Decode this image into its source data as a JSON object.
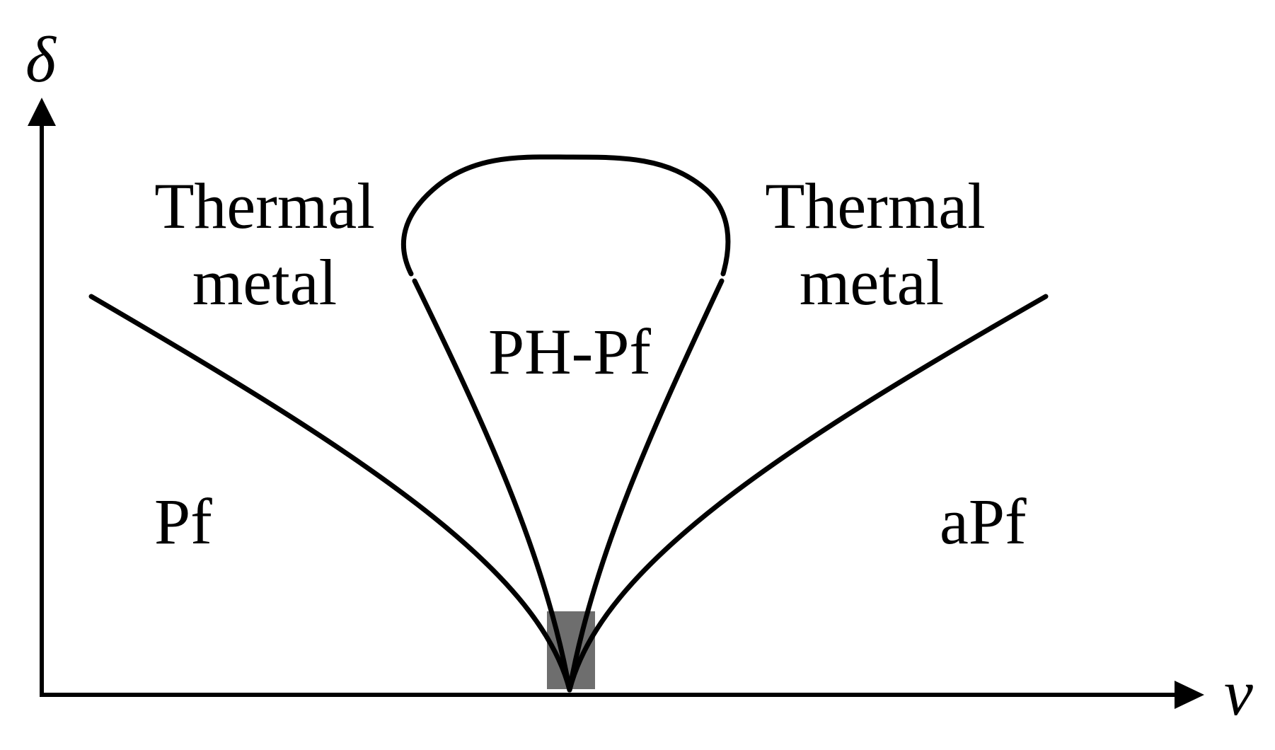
{
  "axes": {
    "x_label": "ν",
    "y_label": "δ"
  },
  "regions": {
    "thermal_metal_left": [
      "Thermal",
      "metal"
    ],
    "thermal_metal_right": [
      "Thermal",
      "metal"
    ],
    "ph_pf": "PH-Pf",
    "pf": "Pf",
    "apf": "aPf"
  },
  "colors": {
    "line": "#000000",
    "highlight": "#6e6e6e",
    "background": "#ffffff"
  }
}
